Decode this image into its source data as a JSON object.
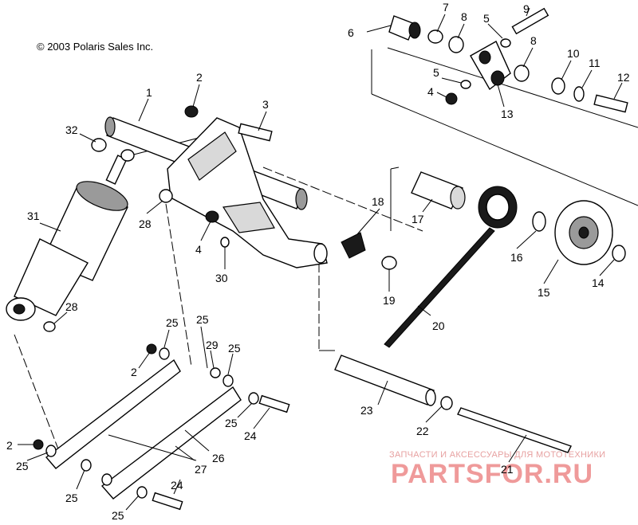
{
  "copyright": "© 2003 Polaris Sales Inc.",
  "watermark": {
    "top_text": "ЗАПЧАСТИ И АКСЕССУАРЫ ДЛЯ МОТОТЕХНИКИ",
    "brand": "PARTSFOR.RU"
  },
  "callouts": [
    {
      "id": "c1",
      "label": "1"
    },
    {
      "id": "c2a",
      "label": "2"
    },
    {
      "id": "c3",
      "label": "3"
    },
    {
      "id": "c4a",
      "label": "4"
    },
    {
      "id": "c5a",
      "label": "5"
    },
    {
      "id": "c6",
      "label": "6"
    },
    {
      "id": "c7",
      "label": "7"
    },
    {
      "id": "c8a",
      "label": "8"
    },
    {
      "id": "c9",
      "label": "9"
    },
    {
      "id": "c8b",
      "label": "8"
    },
    {
      "id": "c5b",
      "label": "5"
    },
    {
      "id": "c4b",
      "label": "4"
    },
    {
      "id": "c10",
      "label": "10"
    },
    {
      "id": "c11",
      "label": "11"
    },
    {
      "id": "c12",
      "label": "12"
    },
    {
      "id": "c13",
      "label": "13"
    },
    {
      "id": "c14",
      "label": "14"
    },
    {
      "id": "c15",
      "label": "15"
    },
    {
      "id": "c16",
      "label": "16"
    },
    {
      "id": "c17",
      "label": "17"
    },
    {
      "id": "c18",
      "label": "18"
    },
    {
      "id": "c19",
      "label": "19"
    },
    {
      "id": "c20",
      "label": "20"
    },
    {
      "id": "c21",
      "label": "21"
    },
    {
      "id": "c22",
      "label": "22"
    },
    {
      "id": "c23",
      "label": "23"
    },
    {
      "id": "c24a",
      "label": "24"
    },
    {
      "id": "c24b",
      "label": "24"
    },
    {
      "id": "c25a",
      "label": "25"
    },
    {
      "id": "c25b",
      "label": "25"
    },
    {
      "id": "c25c",
      "label": "25"
    },
    {
      "id": "c25d",
      "label": "25"
    },
    {
      "id": "c25e",
      "label": "25"
    },
    {
      "id": "c25f",
      "label": "25"
    },
    {
      "id": "c25g",
      "label": "25"
    },
    {
      "id": "c26",
      "label": "26"
    },
    {
      "id": "c27",
      "label": "27"
    },
    {
      "id": "c28a",
      "label": "28"
    },
    {
      "id": "c28b",
      "label": "28"
    },
    {
      "id": "c29",
      "label": "29"
    },
    {
      "id": "c30",
      "label": "30"
    },
    {
      "id": "c31",
      "label": "31"
    },
    {
      "id": "c32",
      "label": "32"
    },
    {
      "id": "c2b",
      "label": "2"
    },
    {
      "id": "c2c",
      "label": "2"
    }
  ]
}
